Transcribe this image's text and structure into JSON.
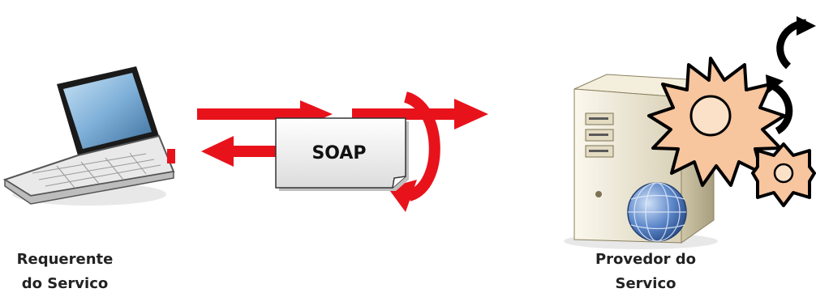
{
  "diagram": {
    "requester_label_line1": "Requerente",
    "requester_label_line2": "do Servico",
    "provider_label_line1": "Provedor do",
    "provider_label_line2": "Servico",
    "message_label": "SOAP"
  },
  "colors": {
    "arrow": "#e8121b",
    "gear_fill": "#f7c59e",
    "gear_stroke": "#000000",
    "server_body": "#ece6d2",
    "globe": "#5b86c8",
    "laptop_screen": "#7fb0d8",
    "envelope_fill": "#eeeeee"
  },
  "icons": [
    "laptop-icon",
    "server-icon",
    "globe-icon",
    "gear-icon",
    "rotate-arrow-icon",
    "document-icon"
  ]
}
